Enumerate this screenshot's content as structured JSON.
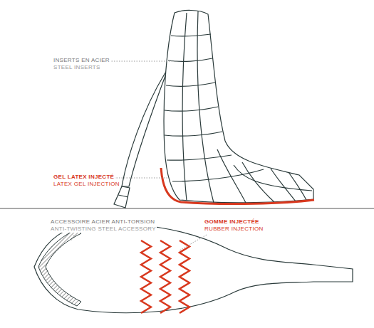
{
  "diagram": {
    "labels": [
      "INSERTS EN ACIER",
      "STEEL INSERTS",
      "GEL LATEX INJECTÉ",
      "LATEX GEL INJECTION",
      "ACCESSOIRE ACIER ANTI-TORSION",
      "ANTI-TWISTING STEEL ACCESSORY",
      "GOMME INJECTÉE",
      "RUBBER INJECTION"
    ]
  }
}
